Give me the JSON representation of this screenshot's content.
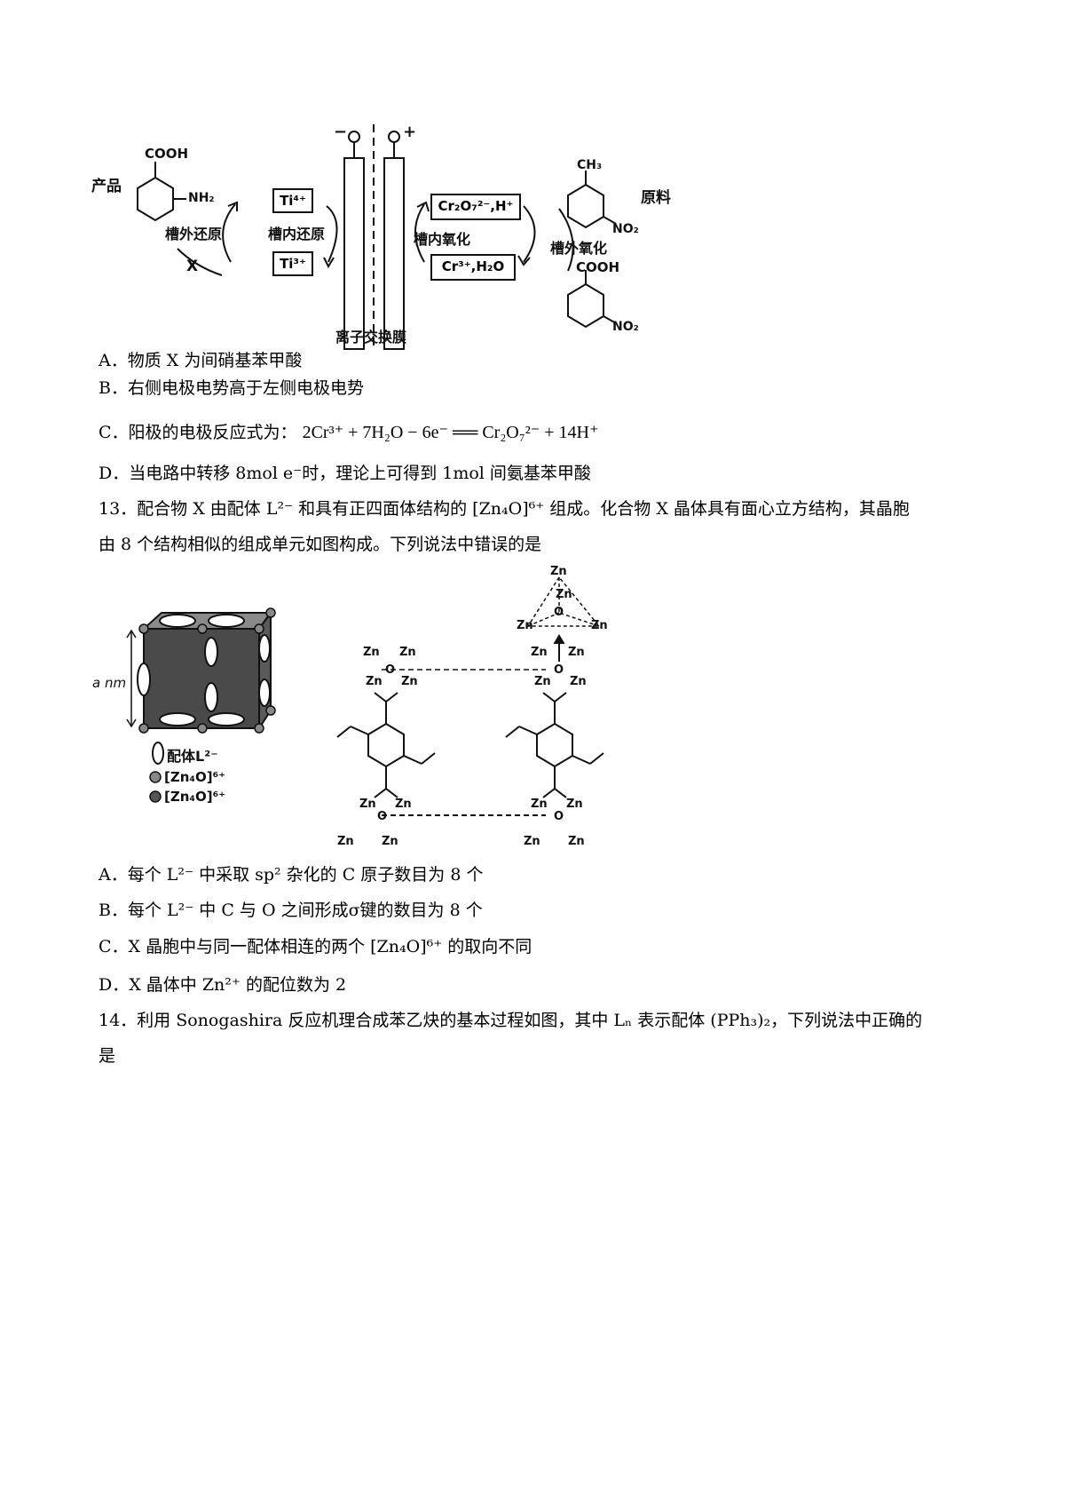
{
  "figure1": {
    "product_label": "产品",
    "raw_label": "原料",
    "cooh_top": "COOH",
    "nh2": "NH₂",
    "ch3": "CH₃",
    "no2_right": "NO₂",
    "cooh_bottom": "COOH",
    "no2_bottom": "NO₂",
    "ti4": "Ti⁴⁺",
    "ti3": "Ti³⁺",
    "outer_reduction": "槽外还原",
    "inner_reduction": "槽内还原",
    "x_label": "X",
    "cr2o7": "Cr₂O₇²⁻,H⁺",
    "cr3": "Cr³⁺,H₂O",
    "inner_oxidation": "槽内氧化",
    "outer_oxidation": "槽外氧化",
    "membrane": "离子交换膜",
    "minus": "−",
    "plus": "+"
  },
  "q12": {
    "a": "A．物质 X 为间硝基苯甲酸",
    "b": "B．右侧电极电势高于左侧电极电势",
    "c_prefix": "C．阳极的电极反应式为：",
    "c_formula": "2Cr³⁺ + 7H₂O − 6e⁻ ══ Cr₂O₇²⁻ + 14H⁺",
    "d": "D．当电路中转移 8mol  e⁻时，理论上可得到 1mol 间氨基苯甲酸"
  },
  "q13": {
    "stem_line1": "13．配合物 X 由配体 L²⁻ 和具有正四面体结构的 [Zn₄O]⁶⁺ 组成。化合物 X 晶体具有面心立方结构，其晶胞",
    "stem_line2": "由 8 个结构相似的组成单元如图构成。下列说法中错误的是",
    "a_nm": "a nm",
    "legend_ligand": "配体L²⁻",
    "legend_zn1": "[Zn₄O]⁶⁺",
    "legend_zn2": "[Zn₄O]⁶⁺",
    "zn": "Zn",
    "o": "O",
    "a": "A．每个 L²⁻ 中采取 sp² 杂化的 C 原子数目为 8 个",
    "b": "B．每个 L²⁻ 中 C 与 O 之间形成σ键的数目为 8 个",
    "c": "C．X 晶胞中与同一配体相连的两个 [Zn₄O]⁶⁺ 的取向不同",
    "d": "D．X 晶体中 Zn²⁺ 的配位数为 2"
  },
  "q14": {
    "stem_line1": "14．利用 Sonogashira 反应机理合成苯乙炔的基本过程如图，其中 Lₙ 表示配体 (PPh₃)₂，下列说法中正确的",
    "stem_line2": "是"
  }
}
